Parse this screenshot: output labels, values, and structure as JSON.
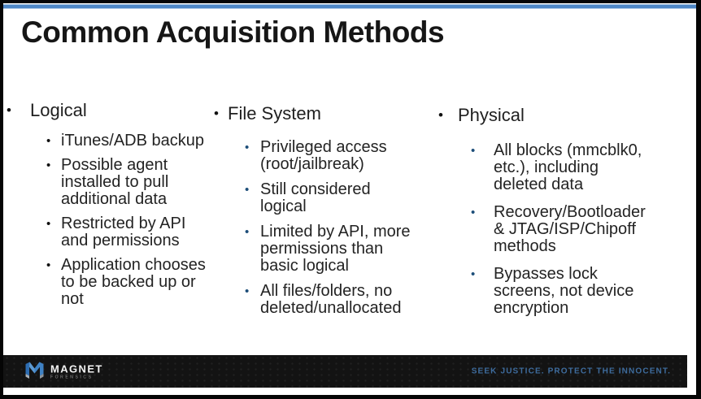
{
  "chars": {
    "bullet": "•"
  },
  "slide": {
    "title": "Common Acquisition Methods",
    "columns": [
      {
        "header": "Logical",
        "items": [
          "iTunes/ADB backup",
          "Possible agent\ninstalled to pull\nadditional data",
          "Restricted by API\nand permissions",
          "Application chooses\nto be backed up or\nnot"
        ]
      },
      {
        "header": "File System",
        "items": [
          "Privileged access\n(root/jailbreak)",
          "Still considered\nlogical",
          "Limited by API, more\npermissions than\nbasic logical",
          "All files/folders, no\ndeleted/unallocated"
        ]
      },
      {
        "header": "Physical",
        "items": [
          "All blocks (mmcblk0,\netc.), including\ndeleted data",
          "Recovery/Bootloader\n& JTAG/ISP/Chipoff\nmethods",
          "Bypasses lock\nscreens, not device\nencryption"
        ]
      }
    ]
  },
  "footer": {
    "brand_name": "MAGNET",
    "brand_subtitle": "FORENSICS",
    "tagline": "SEEK JUSTICE. PROTECT THE INNOCENT."
  },
  "colors": {
    "top_rule_blue": "#4e87c6",
    "sub_bullet_navy": "#1d4e79",
    "footer_bg": "#131313",
    "tagline_blue": "#3e6c9e",
    "logo_blue": "#2d6db2",
    "logo_gray": "#aab0b6"
  }
}
